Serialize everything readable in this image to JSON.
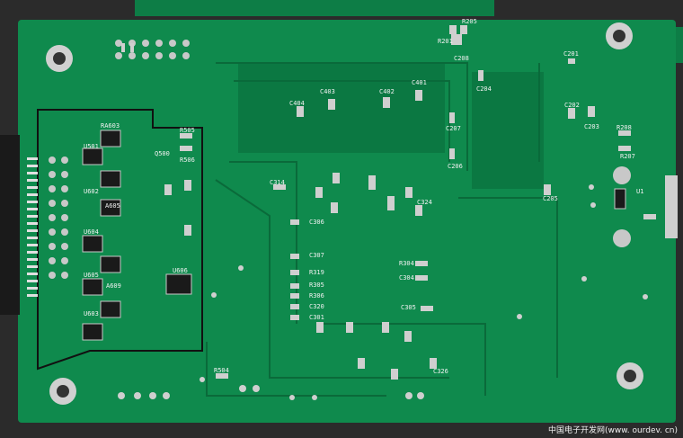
{
  "image": {
    "subject": "Green printed circuit board (PCB), component side",
    "watermark": "中国电子开发网(www. ourdev. cn)"
  },
  "colors": {
    "board": "#0f8a4d",
    "board_dark": "#0a6a3a",
    "trace": "#0c7a42",
    "silkscreen": "#f2f2f2",
    "copper_pad": "#c8c8c8",
    "ic": "#1a1a1a",
    "background": "#2b2b2b"
  },
  "silkscreen": {
    "ic": {
      "u501": "U501",
      "u602": "U602",
      "u603": "U603",
      "u604": "U604",
      "u605": "U605",
      "u606": "U606",
      "u1": "U1"
    },
    "resistors": {
      "r205": "R205",
      "r201": "R201",
      "r208": "R208",
      "r207": "R207",
      "r505": "R505",
      "r506": "R506",
      "r504": "R504",
      "r304": "R304",
      "r305": "R305",
      "r306": "R306",
      "r319": "R319"
    },
    "capacitors": {
      "c201": "C201",
      "c202": "C202",
      "c203": "C203",
      "c204": "C204",
      "c205": "C205",
      "c206": "C206",
      "c207": "C207",
      "c208": "C208",
      "c401": "C401",
      "c402": "C402",
      "c403": "C403",
      "c404": "C404",
      "c301": "C301",
      "c304": "C304",
      "c305": "C305",
      "c306": "C306",
      "c307": "C307",
      "c314": "C314",
      "c320": "C320",
      "c324": "C324",
      "c326": "C326"
    },
    "misc": {
      "ra603": "RA603",
      "a605": "A605",
      "a609": "A609",
      "q500": "Q500"
    }
  }
}
